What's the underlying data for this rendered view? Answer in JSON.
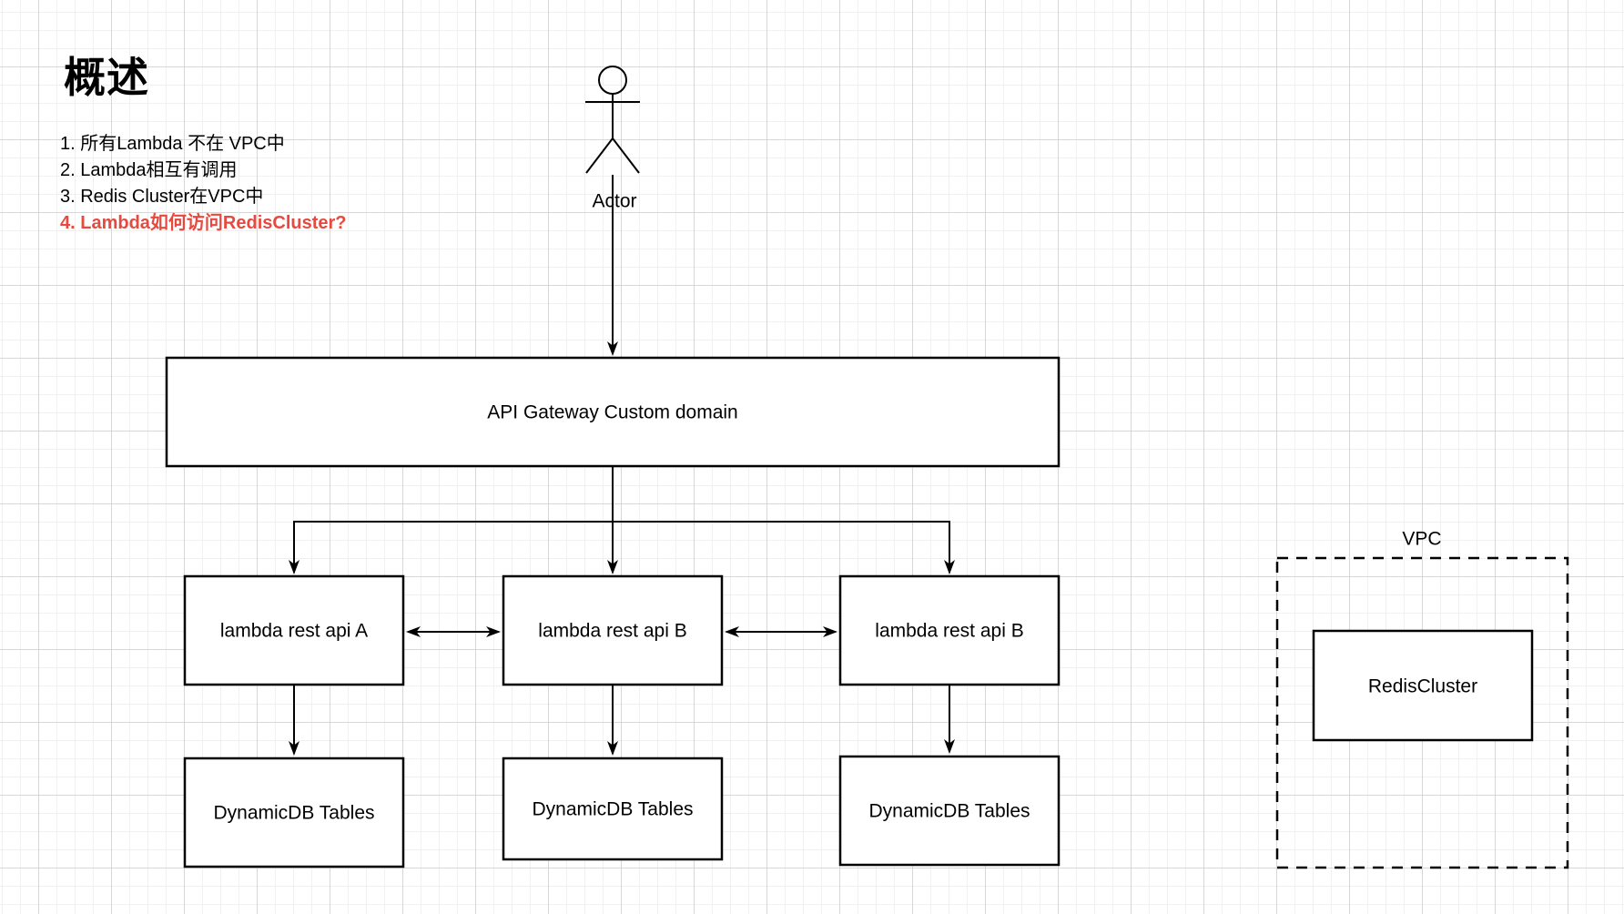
{
  "canvas": {
    "background": "#ffffff",
    "grid_minor_color": "#f0f0f0",
    "grid_major_color": "#d7d7d7",
    "grid_minor_step": 20,
    "grid_major_step": 80
  },
  "title": {
    "text": "概述"
  },
  "notes": {
    "items": [
      {
        "text": "1. 所有Lambda 不在 VPC中"
      },
      {
        "text": "2. Lambda相互有调用"
      },
      {
        "text": "3. Redis Cluster在VPC中"
      },
      {
        "text": "4. Lambda如何访问RedisCluster?",
        "color": "#e8493f",
        "emphasis": "bold"
      }
    ]
  },
  "actor": {
    "label": "Actor"
  },
  "nodes": {
    "api_gateway": {
      "label": "API Gateway Custom domain"
    },
    "lambda_a": {
      "label": "lambda rest api A"
    },
    "lambda_b": {
      "label": "lambda rest api B"
    },
    "lambda_c": {
      "label": "lambda rest api B"
    },
    "dynamodb_a": {
      "label": "DynamicDB Tables"
    },
    "dynamodb_b": {
      "label": "DynamicDB Tables"
    },
    "dynamodb_c": {
      "label": "DynamicDB Tables"
    },
    "redis_clusterصر": null,
    "redis_cluster": {
      "label": "RedisCluster"
    },
    "vpc": {
      "label": "VPC"
    }
  },
  "colors": {
    "shape_stroke": "#000000",
    "shape_fill": "#ffffff",
    "text": "#000000",
    "warning_red": "#e8493f"
  }
}
